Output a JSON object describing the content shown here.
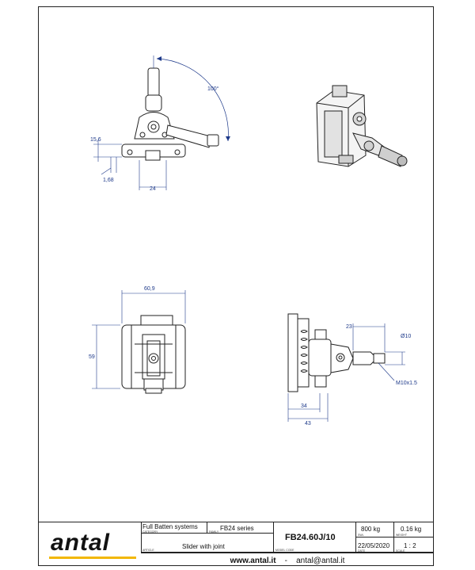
{
  "dimensions": {
    "angle": "100°",
    "height_small": "15,6",
    "offset": "1,68",
    "width_top": "24",
    "width_front": "60,9",
    "height_front": "59",
    "side_23": "23",
    "side_diameter": "Ø10",
    "side_thread": "M10x1.5",
    "side_34": "34",
    "side_43": "43"
  },
  "title_block": {
    "logo_text": "antal",
    "category": "Full Batten systems",
    "category_label": "CATEGORY",
    "family": "FB24 series",
    "family_label": "FAMILY",
    "model_code": "FB24.60J/10",
    "model_code_label": "MODEL CODE",
    "load": "800 kg",
    "load_label": "SWL",
    "weight": "0.16 kg",
    "weight_label": "WEIGHT",
    "article": "Slider with joint",
    "article_label": "ARTICLE",
    "date": "22/05/2020",
    "date_label": "DATE",
    "scale": "1 : 2",
    "scale_label": "SCALE",
    "website": "www.antal.it",
    "separator": "-",
    "email": "antal@antal.it"
  },
  "colors": {
    "dimension": "#1e3a8a",
    "accent": "#f2b705",
    "line": "#222222"
  }
}
